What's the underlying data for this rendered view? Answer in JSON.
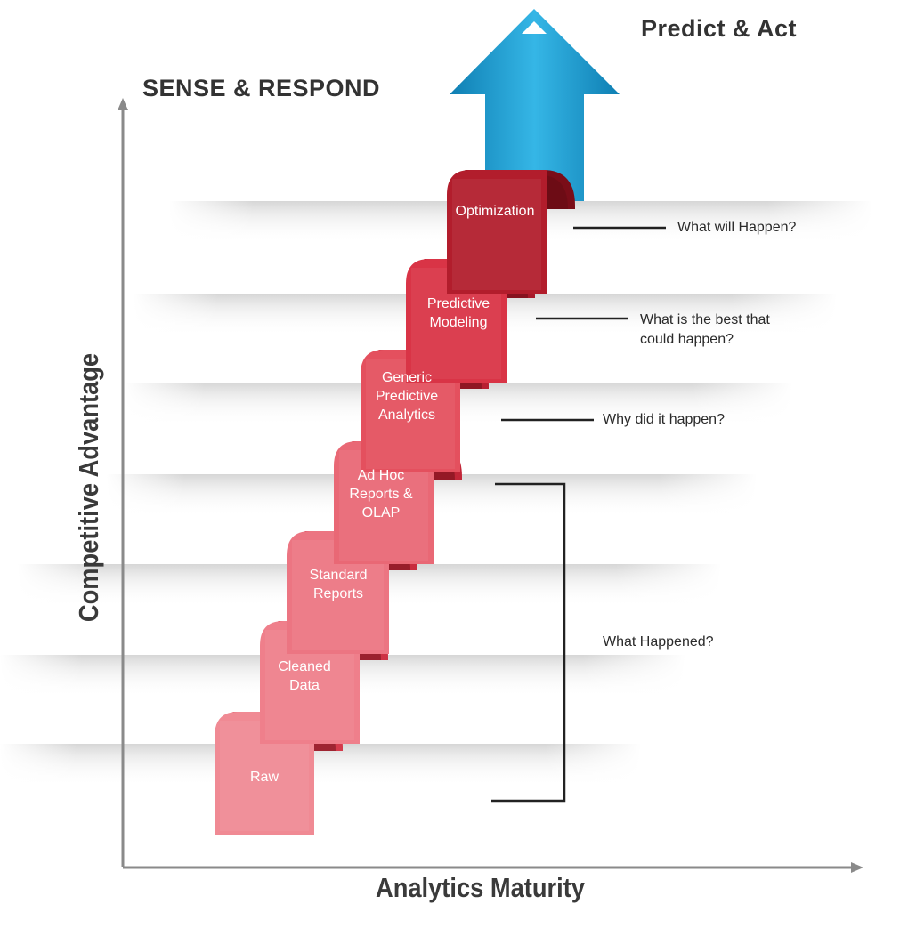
{
  "header": {
    "sense_respond": "SENSE & RESPOND",
    "predict_act": "Predict & Act"
  },
  "axes": {
    "x_label": "Analytics Maturity",
    "y_label": "Competitive Advantage"
  },
  "steps": [
    {
      "lines": [
        "Raw"
      ]
    },
    {
      "lines": [
        "Cleaned",
        "Data"
      ]
    },
    {
      "lines": [
        "Standard",
        "Reports"
      ]
    },
    {
      "lines": [
        "Ad Hoc",
        "Reports &",
        "OLAP"
      ]
    },
    {
      "lines": [
        "Generic",
        "Predictive",
        "Analytics"
      ]
    },
    {
      "lines": [
        "Predictive",
        "Modeling"
      ]
    },
    {
      "lines": [
        "Optimization"
      ]
    }
  ],
  "questions": {
    "what_will_happen": "What will Happen?",
    "best_line1": "What is the best that",
    "best_line2": "could happen?",
    "why": "Why did it happen?",
    "what_happened": "What Happened?"
  },
  "colors": {
    "arrow": "#1596c9",
    "step_light": "#e86a76",
    "step_dark": "#8a0f1c",
    "axis": "#8a8a8a",
    "shelf": "#dcdcdc"
  }
}
